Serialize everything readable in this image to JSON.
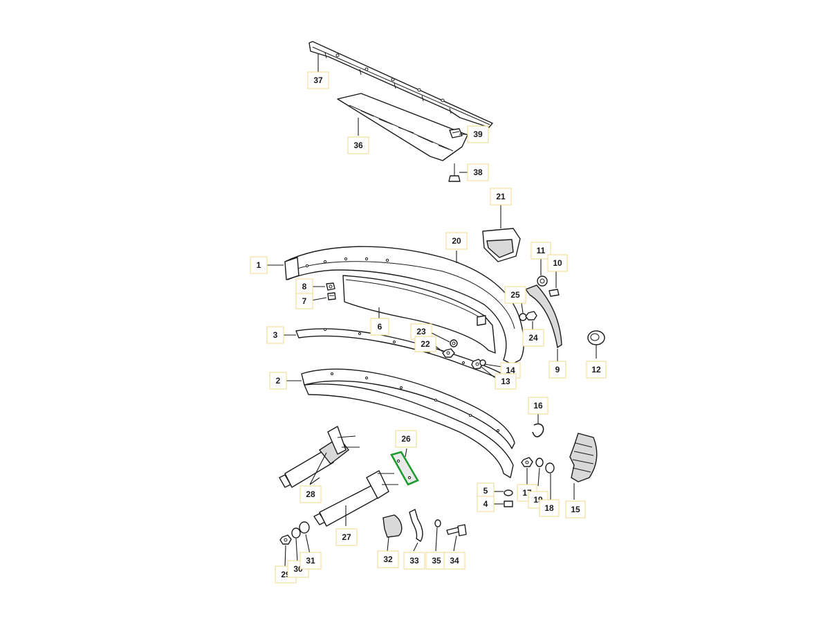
{
  "diagram": {
    "highlight_color": "#1c9b2e",
    "callout_border_color": "#f0d78c",
    "parts": [
      {
        "id": "p1",
        "label": "1"
      },
      {
        "id": "p2",
        "label": "2"
      },
      {
        "id": "p3",
        "label": "3"
      },
      {
        "id": "p4",
        "label": "4"
      },
      {
        "id": "p5",
        "label": "5"
      },
      {
        "id": "p6",
        "label": "6"
      },
      {
        "id": "p7",
        "label": "7"
      },
      {
        "id": "p8",
        "label": "8"
      },
      {
        "id": "p9",
        "label": "9"
      },
      {
        "id": "p10",
        "label": "10"
      },
      {
        "id": "p11",
        "label": "11"
      },
      {
        "id": "p12",
        "label": "12"
      },
      {
        "id": "p13",
        "label": "13"
      },
      {
        "id": "p14",
        "label": "14"
      },
      {
        "id": "p15",
        "label": "15"
      },
      {
        "id": "p16",
        "label": "16"
      },
      {
        "id": "p17",
        "label": "17"
      },
      {
        "id": "p18",
        "label": "18"
      },
      {
        "id": "p19",
        "label": "19"
      },
      {
        "id": "p20",
        "label": "20"
      },
      {
        "id": "p21",
        "label": "21"
      },
      {
        "id": "p22",
        "label": "22"
      },
      {
        "id": "p23",
        "label": "23"
      },
      {
        "id": "p24",
        "label": "24"
      },
      {
        "id": "p25",
        "label": "25"
      },
      {
        "id": "p26",
        "label": "26",
        "highlighted": true
      },
      {
        "id": "p27",
        "label": "27"
      },
      {
        "id": "p28",
        "label": "28"
      },
      {
        "id": "p29",
        "label": "29"
      },
      {
        "id": "p30",
        "label": "30"
      },
      {
        "id": "p31",
        "label": "31"
      },
      {
        "id": "p32",
        "label": "32"
      },
      {
        "id": "p33",
        "label": "33"
      },
      {
        "id": "p34",
        "label": "34"
      },
      {
        "id": "p35",
        "label": "35"
      },
      {
        "id": "p36",
        "label": "36"
      },
      {
        "id": "p37",
        "label": "37"
      },
      {
        "id": "p38",
        "label": "38"
      },
      {
        "id": "p39",
        "label": "39"
      }
    ]
  }
}
